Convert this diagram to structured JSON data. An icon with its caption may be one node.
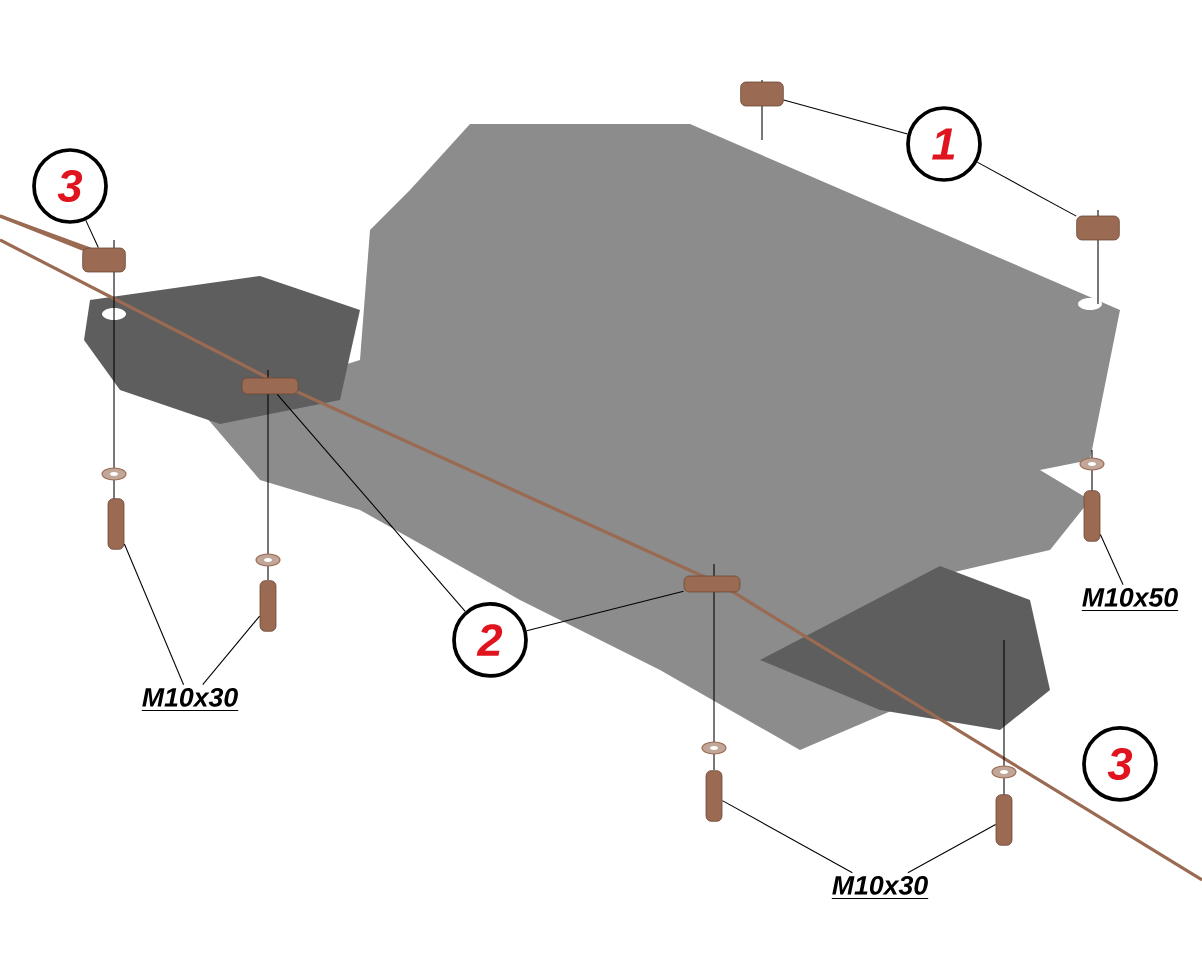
{
  "diagram": {
    "nodes": [
      {
        "text": [
          "1"
        ]
      },
      {
        "text": [
          "3"
        ]
      },
      {
        "text": [
          "2"
        ]
      },
      {
        "text": [
          "3"
        ]
      },
      {
        "text": [
          "M10x30"
        ]
      },
      {
        "text": [
          "M10x50"
        ]
      },
      {
        "text": [
          "M10x30"
        ]
      },
      {
        "text": [],
        "shape": "box"
      },
      {
        "text": [],
        "shape": "box"
      },
      {
        "text": [],
        "shape": "box"
      },
      {
        "text": [],
        "shape": "box"
      },
      {
        "text": [],
        "shape": "box"
      },
      {
        "text": [],
        "shape": "box"
      },
      {
        "text": [],
        "shape": "box"
      },
      {
        "text": [],
        "shape": "box"
      },
      {
        "text": [],
        "shape": "box"
      },
      {
        "text": [],
        "shape": "box"
      }
    ],
    "edges": [
      {
        "from": 0,
        "to": 7,
        "arrow": "none"
      },
      {
        "from": 0,
        "to": 8,
        "arrow": "none"
      },
      {
        "from": 1,
        "to": 9,
        "arrow": "none"
      },
      {
        "from": 2,
        "to": 10,
        "arrow": "none"
      },
      {
        "from": 2,
        "to": 11,
        "arrow": "none"
      },
      {
        "from": 4,
        "to": 12,
        "arrow": "none"
      },
      {
        "from": 4,
        "to": 13,
        "arrow": "none"
      },
      {
        "from": 5,
        "to": 14,
        "arrow": "none"
      },
      {
        "from": 6,
        "to": 15,
        "arrow": "none"
      },
      {
        "from": 6,
        "to": 16,
        "arrow": "none"
      }
    ]
  }
}
